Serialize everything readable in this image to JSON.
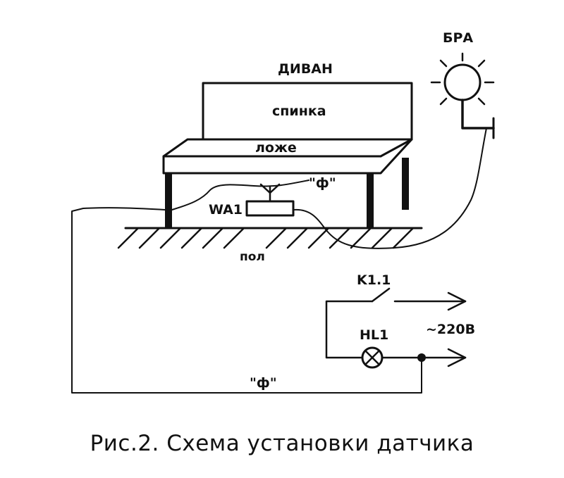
{
  "labels": {
    "sofa": "ДИВАН",
    "backrest": "спинка",
    "seat": "ложе",
    "floor": "пол",
    "sconce": "БРА",
    "antenna": "WA1",
    "phase_top": "\"ф\"",
    "phase_bottom": "\"ф\"",
    "switch": "K1.1",
    "lamp": "HL1",
    "voltage": "~220В"
  },
  "caption": "Рис.2. Схема установки датчика"
}
